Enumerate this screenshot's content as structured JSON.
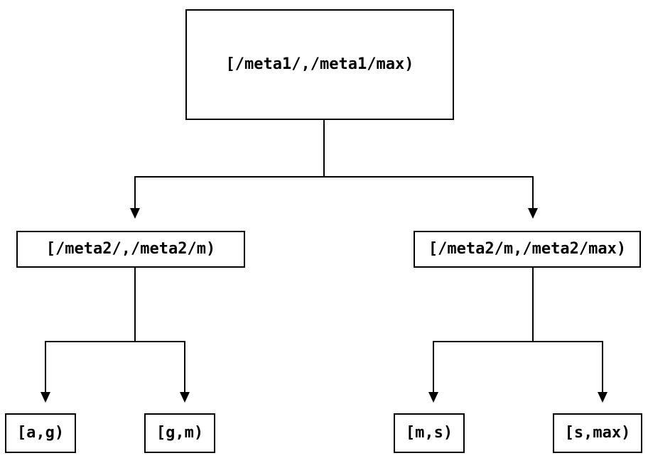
{
  "tree": {
    "root": {
      "label": "[/meta1/,/meta1/max)",
      "children": [
        {
          "label": "[/meta2/,/meta2/m)",
          "children": [
            {
              "label": "[a,g)"
            },
            {
              "label": "[g,m)"
            }
          ]
        },
        {
          "label": "[/meta2/m,/meta2/max)",
          "children": [
            {
              "label": "[m,s)"
            },
            {
              "label": "[s,max)"
            }
          ]
        }
      ]
    }
  },
  "colors": {
    "line": "#000000",
    "box_border": "#000000",
    "box_background": "#ffffff",
    "text": "#000000",
    "page_background": "#ffffff"
  }
}
